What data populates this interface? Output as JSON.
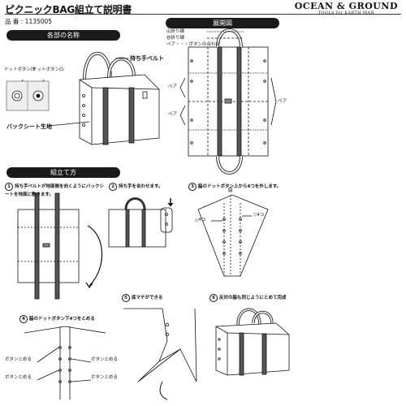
{
  "header": {
    "title": "ピクニックBAG組立て説明書",
    "product_number": "品 番 : 1135005",
    "brand_name": "OCEAN & GROUND",
    "brand_tagline": "TOOLS for EARTH MAN"
  },
  "sections": {
    "parts": "各部の名称",
    "unfolded": "展開図",
    "assembly": "組立て方"
  },
  "parts": {
    "handle_belt": "持ち手ベルト",
    "backsheet": "バックシート生地",
    "dot_button_female": "ドットボタン凹",
    "dot_button_male": "ドットボタン凸"
  },
  "legend": {
    "mountain_fold": "山折り線",
    "valley_fold": "谷折り線",
    "pair": "ペア・・・ボタンの合わせ"
  },
  "unfolded_labels": {
    "pair": "ペア"
  },
  "steps": [
    {
      "num": "1",
      "text": "持ち手ベルトが地面側を向くようにバックシートを地面に敷きます。"
    },
    {
      "num": "2",
      "text": "持ち手を合わせます。"
    },
    {
      "num": "3",
      "text": "脇のドットボタン上から4つを外します。"
    },
    {
      "num": "4",
      "text": "脇のドットボタン下4つをとめる"
    },
    {
      "num": "5",
      "text": "底マチができる"
    },
    {
      "num": "6",
      "text": "反対の脇も同じようにとめて完成"
    }
  ],
  "step3_labels": {
    "fold_point": "脇",
    "four_left": "△4つ",
    "four_right": "▽4つ"
  },
  "step4_labels": {
    "button_close": "ボタンとめる"
  }
}
